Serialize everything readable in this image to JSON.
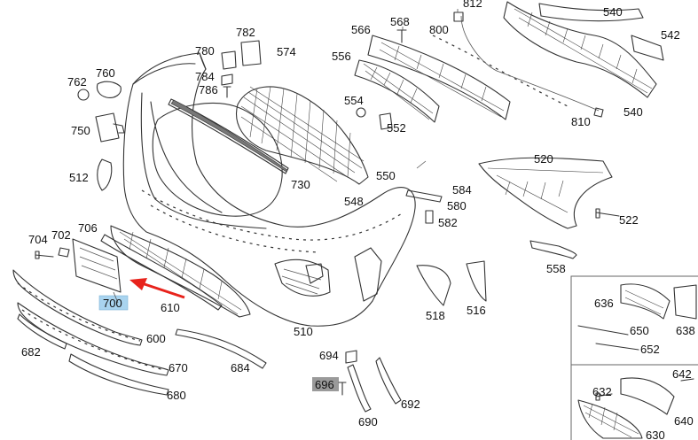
{
  "diagram": {
    "parts": [
      {
        "id": "812",
        "label": "812"
      },
      {
        "id": "540a",
        "label": "540"
      },
      {
        "id": "542",
        "label": "542"
      },
      {
        "id": "568",
        "label": "568"
      },
      {
        "id": "566",
        "label": "566"
      },
      {
        "id": "800",
        "label": "800"
      },
      {
        "id": "782",
        "label": "782"
      },
      {
        "id": "780",
        "label": "780"
      },
      {
        "id": "574",
        "label": "574"
      },
      {
        "id": "556",
        "label": "556"
      },
      {
        "id": "784",
        "label": "784"
      },
      {
        "id": "786",
        "label": "786"
      },
      {
        "id": "762",
        "label": "762"
      },
      {
        "id": "760",
        "label": "760"
      },
      {
        "id": "554",
        "label": "554"
      },
      {
        "id": "810",
        "label": "810"
      },
      {
        "id": "540b",
        "label": "540"
      },
      {
        "id": "552",
        "label": "552"
      },
      {
        "id": "750",
        "label": "750"
      },
      {
        "id": "520",
        "label": "520"
      },
      {
        "id": "512",
        "label": "512"
      },
      {
        "id": "550",
        "label": "550"
      },
      {
        "id": "730",
        "label": "730"
      },
      {
        "id": "584",
        "label": "584"
      },
      {
        "id": "548",
        "label": "548"
      },
      {
        "id": "580",
        "label": "580"
      },
      {
        "id": "522",
        "label": "522"
      },
      {
        "id": "582",
        "label": "582"
      },
      {
        "id": "706",
        "label": "706"
      },
      {
        "id": "704",
        "label": "704"
      },
      {
        "id": "702",
        "label": "702"
      },
      {
        "id": "558",
        "label": "558"
      },
      {
        "id": "700",
        "label": "700"
      },
      {
        "id": "610",
        "label": "610"
      },
      {
        "id": "518",
        "label": "518"
      },
      {
        "id": "516",
        "label": "516"
      },
      {
        "id": "636",
        "label": "636"
      },
      {
        "id": "638",
        "label": "638"
      },
      {
        "id": "650",
        "label": "650"
      },
      {
        "id": "510",
        "label": "510"
      },
      {
        "id": "600",
        "label": "600"
      },
      {
        "id": "652",
        "label": "652"
      },
      {
        "id": "682",
        "label": "682"
      },
      {
        "id": "694",
        "label": "694"
      },
      {
        "id": "670",
        "label": "670"
      },
      {
        "id": "684",
        "label": "684"
      },
      {
        "id": "642",
        "label": "642"
      },
      {
        "id": "696",
        "label": "696"
      },
      {
        "id": "632",
        "label": "632"
      },
      {
        "id": "680",
        "label": "680"
      },
      {
        "id": "692",
        "label": "692"
      },
      {
        "id": "640",
        "label": "640"
      },
      {
        "id": "690",
        "label": "690"
      },
      {
        "id": "630",
        "label": "630"
      }
    ],
    "colors": {
      "highlight_700": "#a9d4ef",
      "highlight_696": "#9a9a9a",
      "arrow": "#e8231c",
      "line": "#333333"
    }
  }
}
